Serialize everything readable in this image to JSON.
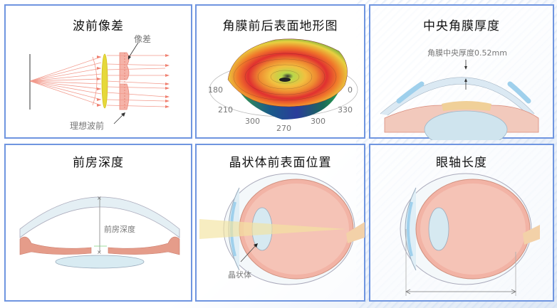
{
  "panels": [
    {
      "id": "wavefront",
      "title": "波前像差",
      "labels": {
        "aberration": "像差",
        "ideal_wavefront": "理想波前"
      }
    },
    {
      "id": "topography",
      "title": "角膜前后表面地形图",
      "axis_ticks": [
        "180",
        "0",
        "210",
        "330",
        "300",
        "270",
        "300"
      ]
    },
    {
      "id": "cct",
      "title": "中央角膜厚度",
      "labels": {
        "measure": "角膜中央厚度0.52mm"
      }
    },
    {
      "id": "acd",
      "title": "前房深度",
      "labels": {
        "measure": "前房深度"
      }
    },
    {
      "id": "lens_position",
      "title": "晶状体前表面位置",
      "labels": {
        "lens": "晶状体"
      }
    },
    {
      "id": "axial_length",
      "title": "眼轴长度"
    }
  ],
  "colors": {
    "border": "#6f95e0",
    "ray": "#f08070",
    "lens": "#e6d83a",
    "tissue": "#e8a090",
    "cornea": "#dbe9f3"
  }
}
